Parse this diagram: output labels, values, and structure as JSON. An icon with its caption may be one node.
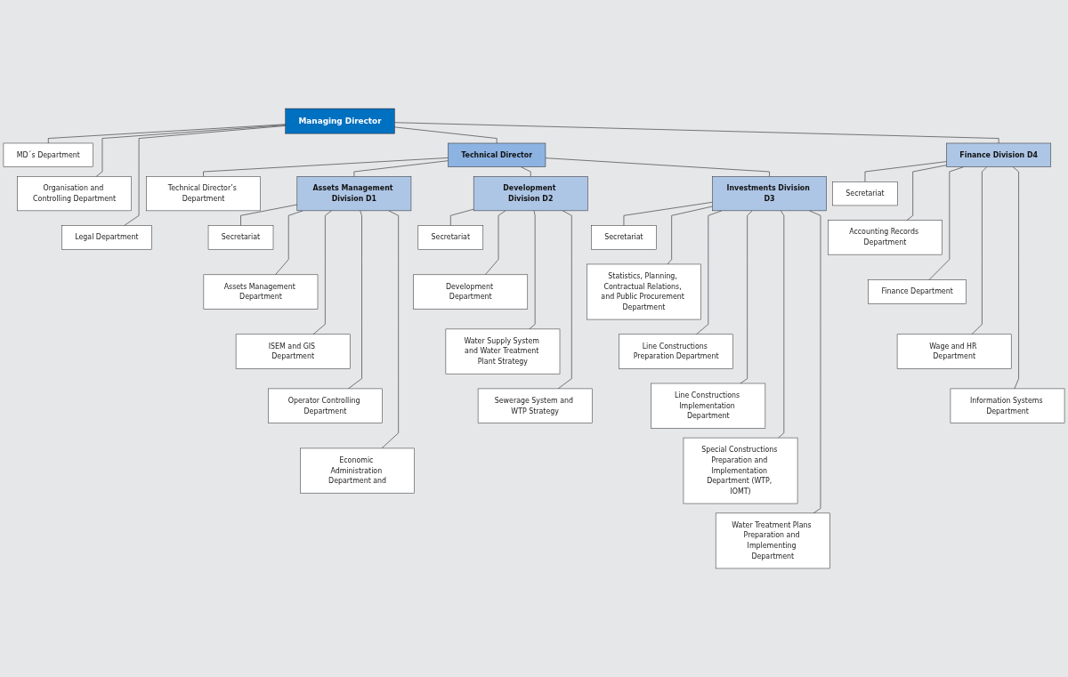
{
  "diagram": {
    "nodes": [
      {
        "text": [
          "Managing Director"
        ]
      },
      {
        "text": [
          "MD´s Department"
        ]
      },
      {
        "text": [
          "Organisation and Controlling Department"
        ]
      },
      {
        "text": [
          "Legal Department"
        ]
      },
      {
        "text": [
          "Technical Director"
        ]
      },
      {
        "text": [
          "Technical Director’s Department"
        ]
      },
      {
        "text": [
          "Assets Management Division D1"
        ]
      },
      {
        "text": [
          "Secretariat"
        ]
      },
      {
        "text": [
          "Assets Management Department"
        ]
      },
      {
        "text": [
          "ISEM and GIS Department"
        ]
      },
      {
        "text": [
          "Operator Controlling Department"
        ]
      },
      {
        "text": [
          "Economic Administration Department and"
        ]
      },
      {
        "text": [
          "Development Division D2"
        ]
      },
      {
        "text": [
          "Secretariat"
        ]
      },
      {
        "text": [
          "Development Department"
        ]
      },
      {
        "text": [
          "Water Supply System and Water Treatment Plant Strategy"
        ]
      },
      {
        "text": [
          "Sewerage System and WTP Strategy"
        ]
      },
      {
        "text": [
          "Investments Division D3"
        ]
      },
      {
        "text": [
          "Secretariat"
        ]
      },
      {
        "text": [
          "Statistics, Planning, Contractual Relations, and Public Procurement Department"
        ]
      },
      {
        "text": [
          "Line Constructions Preparation Department"
        ]
      },
      {
        "text": [
          "Line Constructions Implementation Department"
        ]
      },
      {
        "text": [
          "Special Constructions Preparation and Implementation Department (WTP, IOMT)"
        ]
      },
      {
        "text": [
          "Water Treatment Plans Preparation and Implementing Department"
        ]
      },
      {
        "text": [
          "Finance Division D4"
        ]
      },
      {
        "text": [
          "Secretariat"
        ]
      },
      {
        "text": [
          "Accounting Records Department"
        ]
      },
      {
        "text": [
          "Finance Department"
        ]
      },
      {
        "text": [
          "Wage and HR Department"
        ]
      },
      {
        "text": [
          "Information Systems Department"
        ]
      }
    ],
    "edges": [
      {
        "from": 0,
        "to": 1,
        "arrow": "none"
      },
      {
        "from": 0,
        "to": 2,
        "arrow": "none"
      },
      {
        "from": 0,
        "to": 3,
        "arrow": "none"
      },
      {
        "from": 0,
        "to": 4,
        "arrow": "none"
      },
      {
        "from": 0,
        "to": 24,
        "arrow": "none"
      },
      {
        "from": 4,
        "to": 5,
        "arrow": "none"
      },
      {
        "from": 4,
        "to": 6,
        "arrow": "none"
      },
      {
        "from": 4,
        "to": 12,
        "arrow": "none"
      },
      {
        "from": 4,
        "to": 17,
        "arrow": "none"
      },
      {
        "from": 6,
        "to": 7,
        "arrow": "none"
      },
      {
        "from": 6,
        "to": 8,
        "arrow": "none"
      },
      {
        "from": 6,
        "to": 9,
        "arrow": "none"
      },
      {
        "from": 6,
        "to": 10,
        "arrow": "none"
      },
      {
        "from": 6,
        "to": 11,
        "arrow": "none"
      },
      {
        "from": 12,
        "to": 13,
        "arrow": "none"
      },
      {
        "from": 12,
        "to": 14,
        "arrow": "none"
      },
      {
        "from": 12,
        "to": 15,
        "arrow": "none"
      },
      {
        "from": 12,
        "to": 16,
        "arrow": "none"
      },
      {
        "from": 17,
        "to": 18,
        "arrow": "none"
      },
      {
        "from": 17,
        "to": 19,
        "arrow": "none"
      },
      {
        "from": 17,
        "to": 20,
        "arrow": "none"
      },
      {
        "from": 17,
        "to": 21,
        "arrow": "none"
      },
      {
        "from": 17,
        "to": 22,
        "arrow": "none"
      },
      {
        "from": 17,
        "to": 23,
        "arrow": "none"
      },
      {
        "from": 24,
        "to": 25,
        "arrow": "none"
      },
      {
        "from": 24,
        "to": 26,
        "arrow": "none"
      },
      {
        "from": 24,
        "to": 27,
        "arrow": "none"
      },
      {
        "from": 24,
        "to": 28,
        "arrow": "none"
      },
      {
        "from": 24,
        "to": 29,
        "arrow": "none"
      }
    ]
  }
}
